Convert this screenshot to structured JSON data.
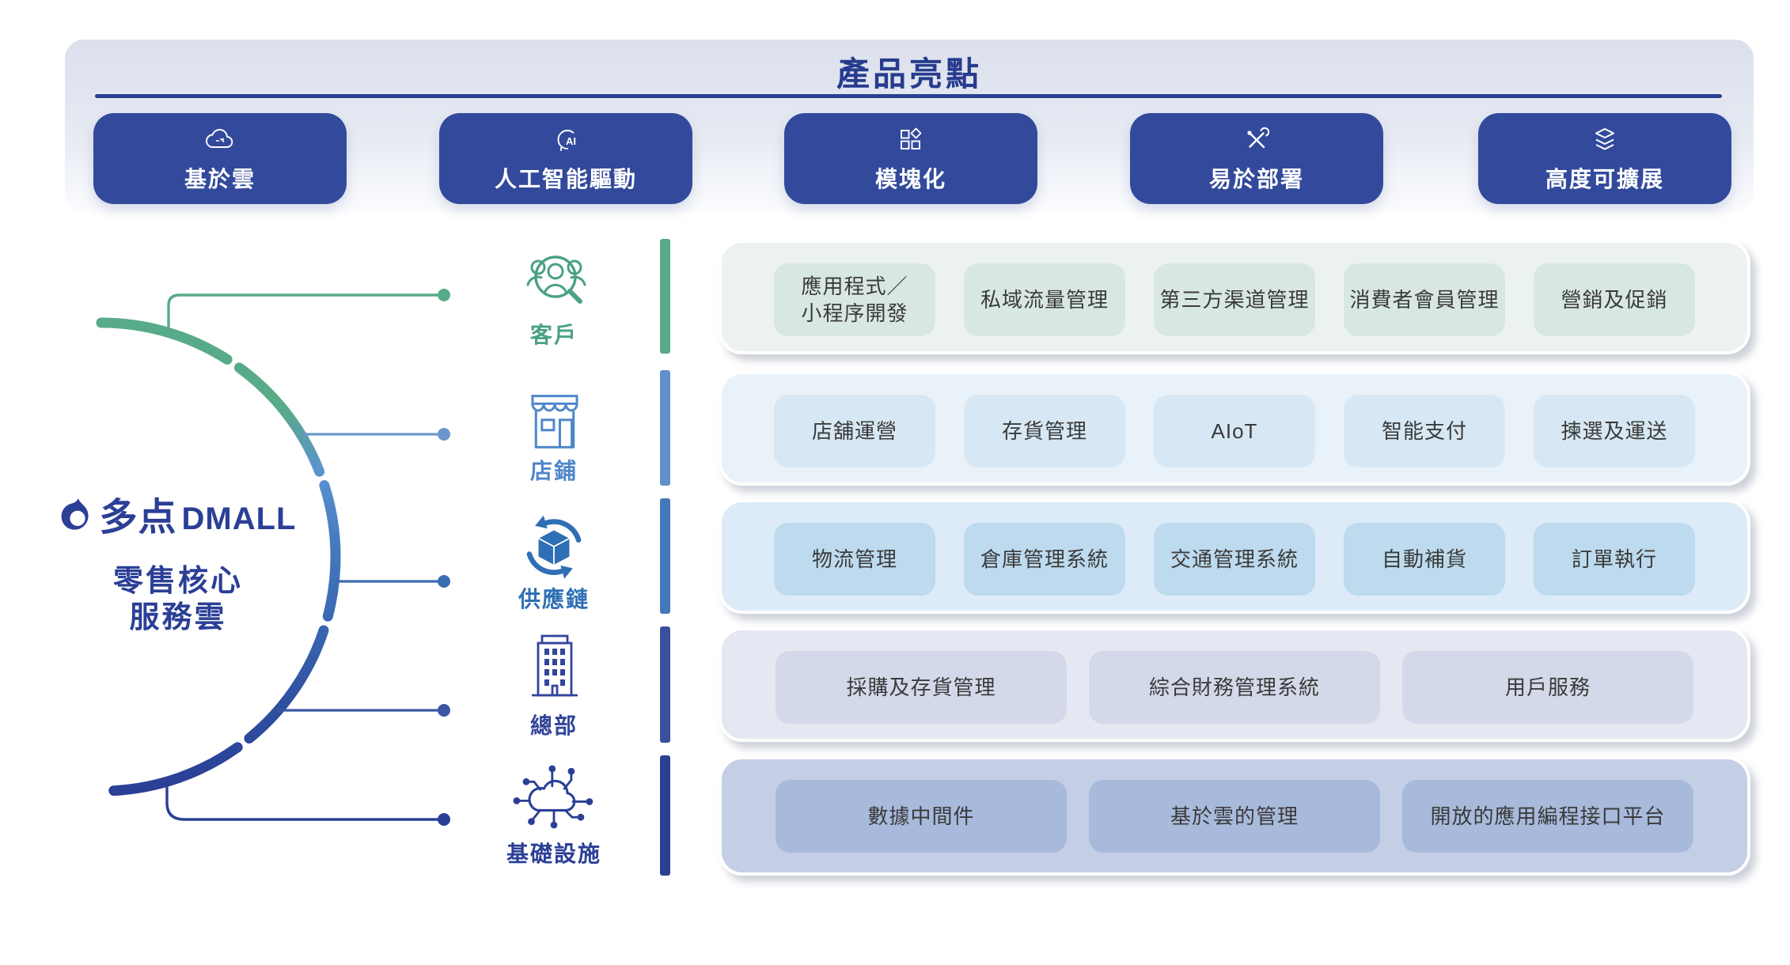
{
  "header": {
    "title": "產品亮點",
    "features": [
      {
        "label": "基於雲",
        "icon": "cloud-icon"
      },
      {
        "label": "人工智能驅動",
        "icon": "ai-icon"
      },
      {
        "label": "模塊化",
        "icon": "modules-icon"
      },
      {
        "label": "易於部署",
        "icon": "tools-icon"
      },
      {
        "label": "高度可擴展",
        "icon": "layers-icon"
      }
    ]
  },
  "brand": {
    "name_cn": "多点",
    "name_en": "DMALL",
    "subtitle_line1": "零售核心",
    "subtitle_line2": "服務雲"
  },
  "categories": [
    {
      "label": "客戶",
      "icon": "customers-icon",
      "color": "#4aa183"
    },
    {
      "label": "店鋪",
      "icon": "store-icon",
      "color": "#4f87cb"
    },
    {
      "label": "供應鏈",
      "icon": "supply-chain-icon",
      "color": "#2f6fb5"
    },
    {
      "label": "總部",
      "icon": "headquarters-icon",
      "color": "#32459a"
    },
    {
      "label": "基礎設施",
      "icon": "infrastructure-icon",
      "color": "#2b3f96"
    }
  ],
  "rows": [
    {
      "category": "客戶",
      "bar_color": "#58ab88",
      "bg": "#ecf3ef",
      "box_bg": "#d8e8e0",
      "items": [
        "應用程式／\n小程序開發",
        "私域流量管理",
        "第三方渠道管理",
        "消費者會員管理",
        "營銷及促銷"
      ]
    },
    {
      "category": "店鋪",
      "bar_color": "#6090cc",
      "bg": "#eaf2f9",
      "box_bg": "#d7e8f4",
      "items": [
        "店舖運營",
        "存貨管理",
        "AIoT",
        "智能支付",
        "揀選及運送"
      ]
    },
    {
      "category": "供應鏈",
      "bar_color": "#4577bb",
      "bg": "#dcebf7",
      "box_bg": "#bddaee",
      "items": [
        "物流管理",
        "倉庫管理系統",
        "交通管理系統",
        "自動補貨",
        "訂單執行"
      ]
    },
    {
      "category": "總部",
      "bar_color": "#3a4f9e",
      "bg": "#e5e8f2",
      "box_bg": "#d3d9e9",
      "items": [
        "採購及存貨管理",
        "綜合財務管理系統",
        "用戶服務"
      ]
    },
    {
      "category": "基礎設施",
      "bar_color": "#2c3f93",
      "bg": "#c4cfe6",
      "box_bg": "#a8badb",
      "items": [
        "數據中間件",
        "基於雲的管理",
        "開放的應用編程接口平台"
      ]
    }
  ],
  "connectors": [
    {
      "to": "客戶",
      "color": "#58ab88"
    },
    {
      "to": "店鋪",
      "color": "#6a96cc"
    },
    {
      "to": "供應鏈",
      "color": "#3a6cb2"
    },
    {
      "to": "總部",
      "color": "#3a57a3"
    },
    {
      "to": "基礎設施",
      "color": "#2b3f96"
    }
  ],
  "colors": {
    "title": "#273c8e",
    "underline": "#2c4191",
    "button_bg": "#334a9c",
    "brand_navy": "#2b3f96",
    "arc_green": "#58ab88",
    "arc_navy": "#2b3f96"
  }
}
